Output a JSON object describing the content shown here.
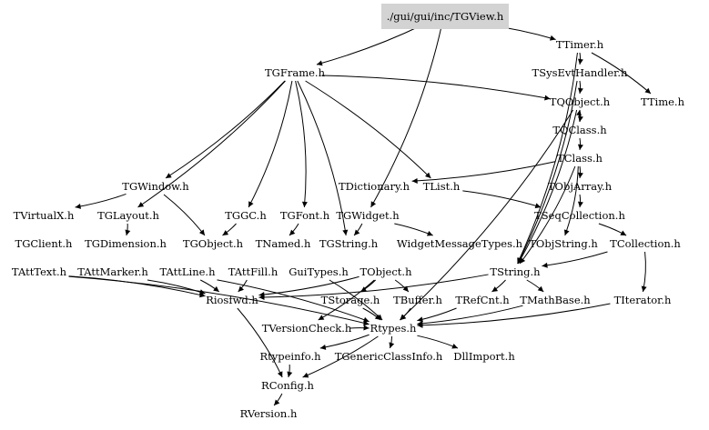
{
  "graph": {
    "root": "./gui/gui/inc/TGView.h",
    "nodes": [
      {
        "id": "TGView",
        "label": "./gui/gui/inc/TGView.h",
        "root": true
      },
      {
        "id": "TTimer",
        "label": "TTimer.h"
      },
      {
        "id": "TGFrame",
        "label": "TGFrame.h"
      },
      {
        "id": "TSysEvtHandler",
        "label": "TSysEvtHandler.h"
      },
      {
        "id": "TQObject",
        "label": "TQObject.h"
      },
      {
        "id": "TTime",
        "label": "TTime.h"
      },
      {
        "id": "TQClass",
        "label": "TQClass.h"
      },
      {
        "id": "TClass",
        "label": "TClass.h"
      },
      {
        "id": "TGWindow",
        "label": "TGWindow.h"
      },
      {
        "id": "TDictionary",
        "label": "TDictionary.h"
      },
      {
        "id": "TList",
        "label": "TList.h"
      },
      {
        "id": "TObjArray",
        "label": "TObjArray.h"
      },
      {
        "id": "TVirtualX",
        "label": "TVirtualX.h"
      },
      {
        "id": "TGLayout",
        "label": "TGLayout.h"
      },
      {
        "id": "TGGC",
        "label": "TGGC.h"
      },
      {
        "id": "TGFont",
        "label": "TGFont.h"
      },
      {
        "id": "TGWidget",
        "label": "TGWidget.h"
      },
      {
        "id": "TSeqCollection",
        "label": "TSeqCollection.h"
      },
      {
        "id": "TGClient",
        "label": "TGClient.h"
      },
      {
        "id": "TGDimension",
        "label": "TGDimension.h"
      },
      {
        "id": "TGObject",
        "label": "TGObject.h"
      },
      {
        "id": "TNamed",
        "label": "TNamed.h"
      },
      {
        "id": "TGString",
        "label": "TGString.h"
      },
      {
        "id": "WidgetMessageTypes",
        "label": "WidgetMessageTypes.h"
      },
      {
        "id": "TObjString",
        "label": "TObjString.h"
      },
      {
        "id": "TCollection",
        "label": "TCollection.h"
      },
      {
        "id": "TAttText",
        "label": "TAttText.h"
      },
      {
        "id": "TAttMarker",
        "label": "TAttMarker.h"
      },
      {
        "id": "TAttLine",
        "label": "TAttLine.h"
      },
      {
        "id": "TAttFill",
        "label": "TAttFill.h"
      },
      {
        "id": "GuiTypes",
        "label": "GuiTypes.h"
      },
      {
        "id": "TObject",
        "label": "TObject.h"
      },
      {
        "id": "TString",
        "label": "TString.h"
      },
      {
        "id": "Riosfwd",
        "label": "Riosfwd.h"
      },
      {
        "id": "TStorage",
        "label": "TStorage.h"
      },
      {
        "id": "TBuffer",
        "label": "TBuffer.h"
      },
      {
        "id": "TRefCnt",
        "label": "TRefCnt.h"
      },
      {
        "id": "TMathBase",
        "label": "TMathBase.h"
      },
      {
        "id": "TIterator",
        "label": "TIterator.h"
      },
      {
        "id": "TVersionCheck",
        "label": "TVersionCheck.h"
      },
      {
        "id": "Rtypes",
        "label": "Rtypes.h"
      },
      {
        "id": "Rtypeinfo",
        "label": "Rtypeinfo.h"
      },
      {
        "id": "TGenericClassInfo",
        "label": "TGenericClassInfo.h"
      },
      {
        "id": "DllImport",
        "label": "DllImport.h"
      },
      {
        "id": "RConfig",
        "label": "RConfig.h"
      },
      {
        "id": "RVersion",
        "label": "RVersion.h"
      }
    ],
    "edges": [
      [
        "TGView",
        "TTimer"
      ],
      [
        "TGView",
        "TGFrame"
      ],
      [
        "TGView",
        "TGWidget"
      ],
      [
        "TTimer",
        "TSysEvtHandler"
      ],
      [
        "TTimer",
        "TTime"
      ],
      [
        "TTimer",
        "TString"
      ],
      [
        "TGFrame",
        "TQObject"
      ],
      [
        "TGFrame",
        "TGWindow"
      ],
      [
        "TGFrame",
        "TList"
      ],
      [
        "TSysEvtHandler",
        "TQObject"
      ],
      [
        "TSysEvtHandler",
        "TString"
      ],
      [
        "TQObject",
        "TQClass"
      ],
      [
        "TQObject",
        "TString"
      ],
      [
        "TQClass",
        "TQObject"
      ],
      [
        "TQClass",
        "TClass"
      ],
      [
        "TClass",
        "TDictionary"
      ],
      [
        "TClass",
        "TObjArray"
      ],
      [
        "TClass",
        "TObjString"
      ],
      [
        "TClass",
        "TString"
      ],
      [
        "TObjArray",
        "TSeqCollection"
      ],
      [
        "TList",
        "TSeqCollection"
      ],
      [
        "TSeqCollection",
        "TCollection"
      ],
      [
        "TGWindow",
        "TVirtualX"
      ],
      [
        "TGWindow",
        "TGObject"
      ],
      [
        "TGFrame",
        "TGLayout"
      ],
      [
        "TGFrame",
        "TGGC"
      ],
      [
        "TGFrame",
        "TGFont"
      ],
      [
        "TGFrame",
        "TGString"
      ],
      [
        "TGWidget",
        "TGString"
      ],
      [
        "TGWidget",
        "WidgetMessageTypes"
      ],
      [
        "TGLayout",
        "TGDimension"
      ],
      [
        "TGFont",
        "TNamed"
      ],
      [
        "TGGC",
        "TGObject"
      ],
      [
        "TCollection",
        "TIterator"
      ],
      [
        "TCollection",
        "TString"
      ],
      [
        "TAttText",
        "Riosfwd"
      ],
      [
        "TAttMarker",
        "Riosfwd"
      ],
      [
        "TAttLine",
        "Riosfwd"
      ],
      [
        "TAttFill",
        "Riosfwd"
      ],
      [
        "TAttText",
        "Rtypes"
      ],
      [
        "TAttLine",
        "Rtypes"
      ],
      [
        "GuiTypes",
        "Rtypes"
      ],
      [
        "TObject",
        "TStorage"
      ],
      [
        "TObject",
        "TBuffer"
      ],
      [
        "TObject",
        "Riosfwd"
      ],
      [
        "TObject",
        "TVersionCheck"
      ],
      [
        "TString",
        "TRefCnt"
      ],
      [
        "TString",
        "TMathBase"
      ],
      [
        "TString",
        "Riosfwd"
      ],
      [
        "TStorage",
        "Rtypes"
      ],
      [
        "TBuffer",
        "Rtypes"
      ],
      [
        "TRefCnt",
        "Rtypes"
      ],
      [
        "TMathBase",
        "Rtypes"
      ],
      [
        "TIterator",
        "Rtypes"
      ],
      [
        "TVersionCheck",
        "Rtypes"
      ],
      [
        "TQObject",
        "Rtypes"
      ],
      [
        "Rtypes",
        "Rtypeinfo"
      ],
      [
        "Rtypes",
        "TGenericClassInfo"
      ],
      [
        "Rtypes",
        "DllImport"
      ],
      [
        "Rtypes",
        "RConfig"
      ],
      [
        "Riosfwd",
        "RConfig"
      ],
      [
        "Rtypeinfo",
        "RConfig"
      ],
      [
        "RConfig",
        "RVersion"
      ]
    ]
  }
}
